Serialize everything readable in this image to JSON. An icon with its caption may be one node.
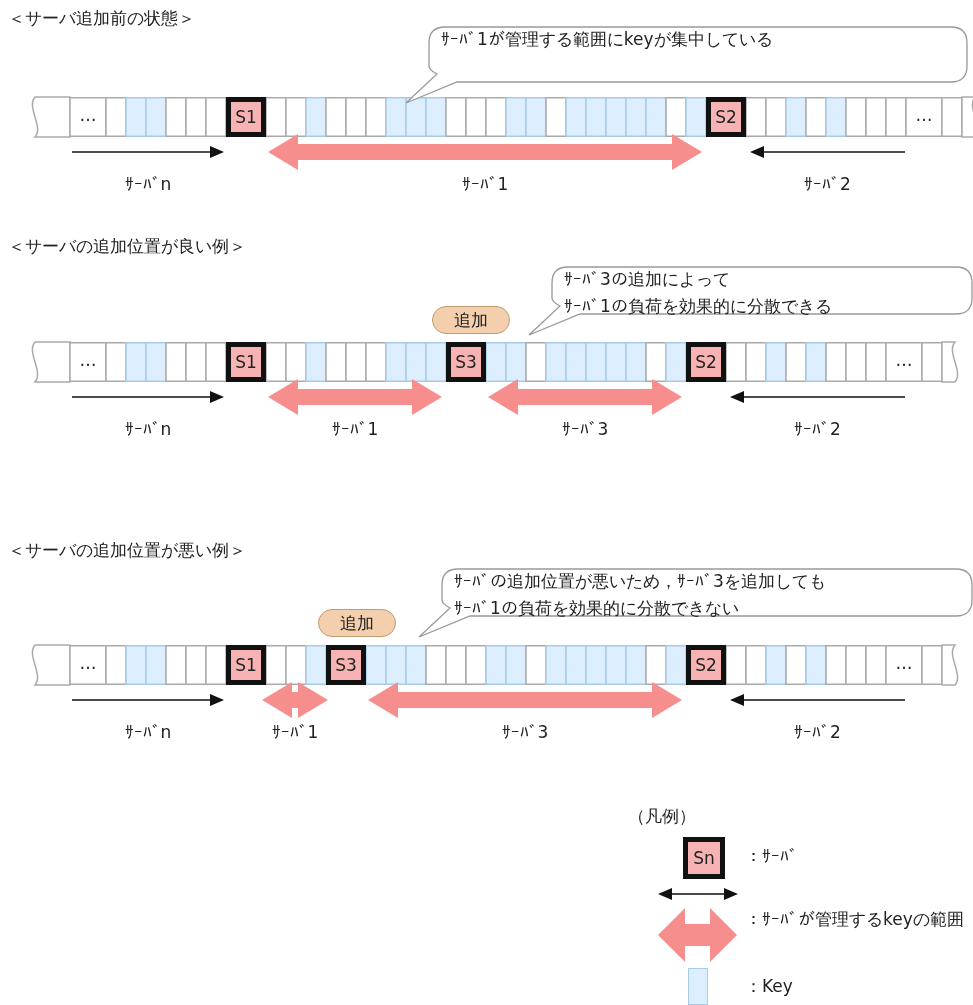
{
  "diagram": {
    "nodes": [
      {
        "text": [
          "ｻｰﾊﾞ1が管理する範囲にkeyが集中している"
        ]
      },
      {
        "text": [
          "S1"
        ]
      },
      {
        "text": [
          "S2"
        ]
      },
      {
        "text": [
          "ｻｰﾊﾞ3の追加によってｻｰﾊﾞ1の負荷を効果的に分散できる"
        ]
      },
      {
        "text": [
          "追加"
        ]
      },
      {
        "text": [
          "S1"
        ]
      },
      {
        "text": [
          "S3"
        ]
      },
      {
        "text": [
          "S2"
        ]
      },
      {
        "text": [
          "ｻｰﾊﾞの追加位置が悪いため，ｻｰﾊﾞ3を追加してもｻｰﾊﾞ1の負荷を効果的に分散できない"
        ]
      },
      {
        "text": [
          "追加"
        ]
      },
      {
        "text": [
          "S1"
        ]
      },
      {
        "text": [
          "S3"
        ]
      },
      {
        "text": [
          "S2"
        ]
      },
      {
        "text": [
          "Sn"
        ]
      }
    ],
    "edges": [
      {
        "from": null,
        "to": 1,
        "arrow": "to",
        "label": "ｻｰﾊﾞn"
      },
      {
        "from": 1,
        "to": 2,
        "arrow": "both",
        "style": "thick",
        "color": "#f78e8e",
        "label": "ｻｰﾊﾞ1"
      },
      {
        "from": null,
        "to": 2,
        "arrow": "to",
        "label": "ｻｰﾊﾞ2"
      },
      {
        "from": null,
        "to": 5,
        "arrow": "to",
        "label": "ｻｰﾊﾞn"
      },
      {
        "from": 5,
        "to": 6,
        "arrow": "both",
        "style": "thick",
        "color": "#f78e8e",
        "label": "ｻｰﾊﾞ1"
      },
      {
        "from": 6,
        "to": 7,
        "arrow": "both",
        "style": "thick",
        "color": "#f78e8e",
        "label": "ｻｰﾊﾞ3"
      },
      {
        "from": null,
        "to": 7,
        "arrow": "to",
        "label": "ｻｰﾊﾞ2"
      },
      {
        "from": null,
        "to": 10,
        "arrow": "to",
        "label": "ｻｰﾊﾞn"
      },
      {
        "from": 10,
        "to": 11,
        "arrow": "both",
        "style": "thick",
        "color": "#f78e8e",
        "label": "ｻｰﾊﾞ1"
      },
      {
        "from": 11,
        "to": 12,
        "arrow": "both",
        "style": "thick",
        "color": "#f78e8e",
        "label": "ｻｰﾊﾞ3"
      },
      {
        "from": null,
        "to": 12,
        "arrow": "to",
        "label": "ｻｰﾊﾞ2"
      }
    ],
    "labels": [
      "＜サーバ追加前の状態＞",
      "…",
      "…",
      "＜サーバの追加位置が良い例＞",
      "…",
      "…",
      "＜サーバの追加位置が悪い例＞",
      "…",
      "…",
      "（凡例）"
    ],
    "legend": [
      {
        "text": "：ｻｰﾊﾞ"
      },
      {
        "text": "：ｻｰﾊﾞが管理するkeyの範囲"
      },
      {
        "text": "：Key",
        "color": "#ddeeff"
      }
    ]
  }
}
